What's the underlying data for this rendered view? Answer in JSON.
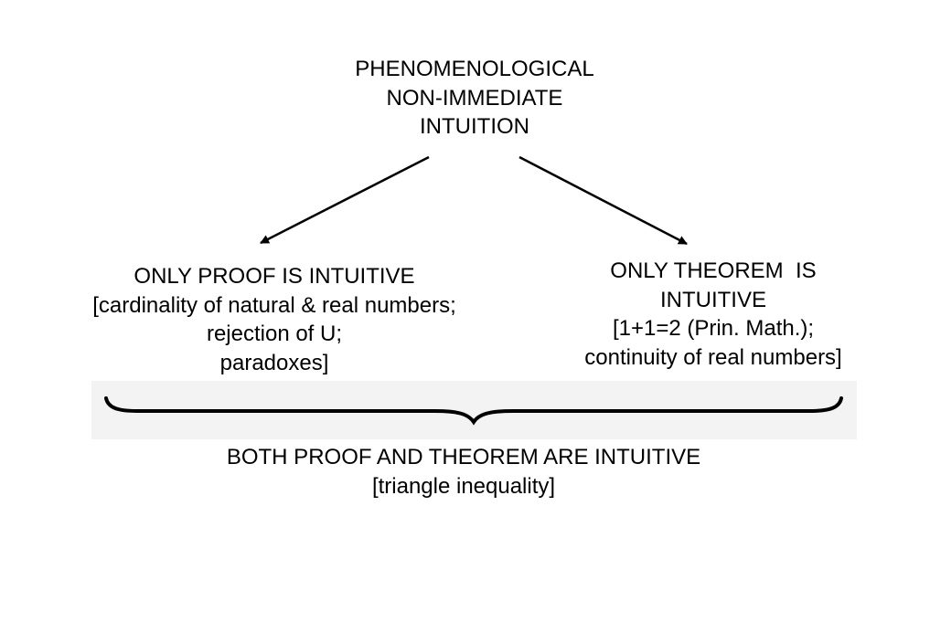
{
  "diagram": {
    "top_node": {
      "lines": [
        "PHENOMENOLOGICAL",
        "NON-IMMEDIATE",
        "INTUITION"
      ]
    },
    "left_node": {
      "lines": [
        "ONLY PROOF IS INTUITIVE",
        "[cardinality of natural & real numbers;",
        "rejection of U;",
        "paradoxes]"
      ]
    },
    "right_node": {
      "lines": [
        "ONLY THEOREM  IS",
        "INTUITIVE",
        "[1+1=2 (Prin. Math.);",
        "continuity of real numbers]"
      ]
    },
    "bottom_node": {
      "lines": [
        "BOTH PROOF AND THEOREM ARE INTUITIVE",
        "[triangle inequality]"
      ]
    },
    "colors": {
      "text": "#000000",
      "arrow": "#000000",
      "brace": "#000000",
      "brace_band": "#f3f3f3",
      "background": "#ffffff"
    }
  }
}
